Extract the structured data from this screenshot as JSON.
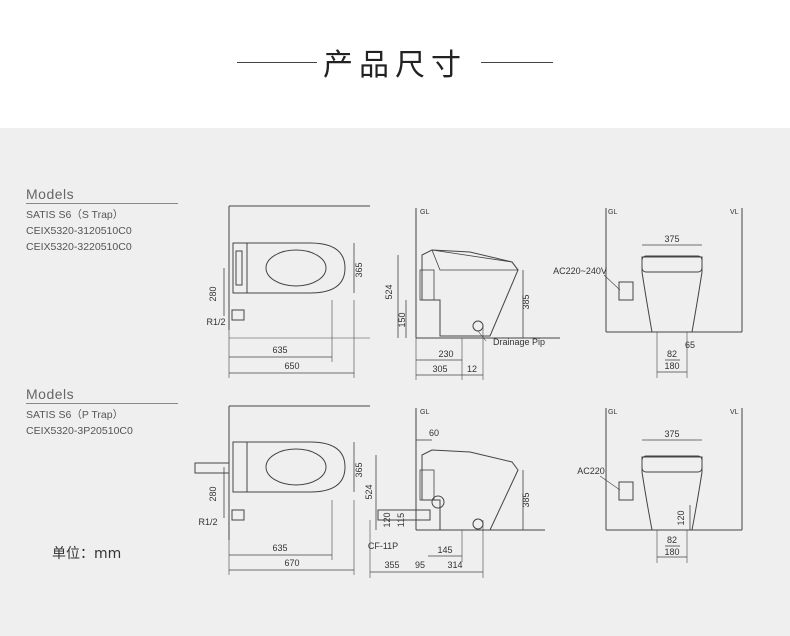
{
  "header": {
    "title": "产品尺寸"
  },
  "s_trap": {
    "models_heading": "Models",
    "lines": [
      "SATIS S6（S Trap）",
      "CEIX5320-3120510C0",
      "CEIX5320-3220510C0"
    ]
  },
  "p_trap": {
    "models_heading": "Models",
    "lines": [
      "SATIS S6（P Trap）",
      "CEIX5320-3P20510C0"
    ]
  },
  "unit_label": "单位：mm",
  "dims_s": {
    "d280": "280",
    "d365": "365",
    "r12": "R1/2",
    "d635": "635",
    "d650": "650",
    "d524": "524",
    "d150": "150",
    "d385": "385",
    "drain": "Drainage Pip",
    "d230": "230",
    "d305": "305",
    "d12": "12",
    "d375": "375",
    "ac": "AC220~240V",
    "d82": "82",
    "d180": "180",
    "d65": "65"
  },
  "dims_p": {
    "d280": "280",
    "d365": "365",
    "r12": "R1/2",
    "d635": "635",
    "d670": "670",
    "d60": "60",
    "d524": "524",
    "d120": "120",
    "d115": "115",
    "d385": "385",
    "cf": "CF-11P",
    "d145": "145",
    "d355": "355",
    "d95": "95",
    "d314": "314",
    "d375": "375",
    "ac": "AC220",
    "d82": "82",
    "d180": "180",
    "d120r": "120"
  },
  "markers": {
    "gl": "GL",
    "vl": "VL"
  }
}
